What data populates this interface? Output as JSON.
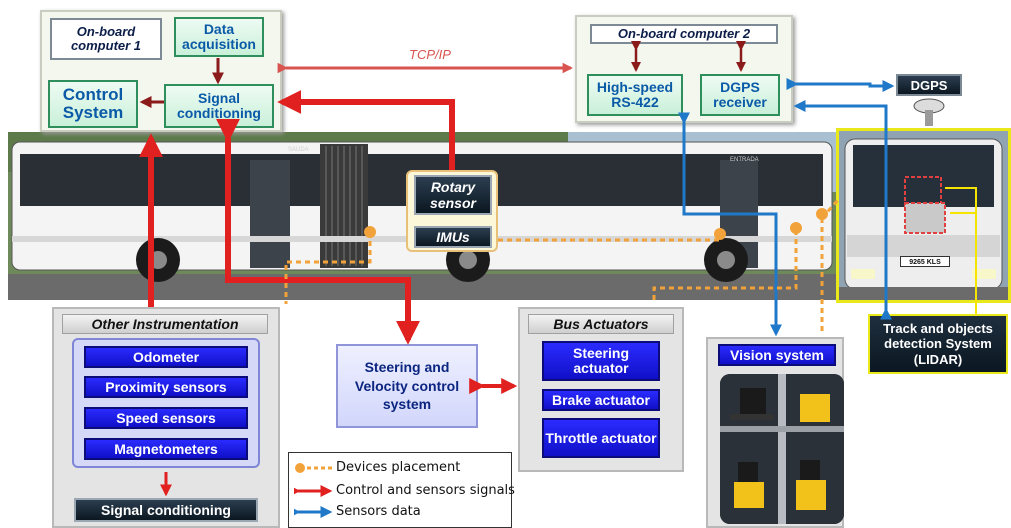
{
  "computer1": {
    "title": "On-board computer 1",
    "data_acquisition": "Data acquisition",
    "control_system": "Control System",
    "signal_conditioning": "Signal conditioning"
  },
  "link_label": "TCP/IP",
  "computer2": {
    "title": "On-board computer 2",
    "rs422": "High-speed RS-422",
    "dgps_receiver": "DGPS receiver"
  },
  "dgps": "DGPS",
  "sensors_box": {
    "rotary": "Rotary sensor",
    "imus": "IMUs"
  },
  "bus_text": {
    "front_sign": "SAUDA",
    "rear_sign": "ENTRADA",
    "plate": "9265 KLS"
  },
  "lidar": "Track and objects detection System (LIDAR)",
  "other_instrumentation": {
    "title": "Other Instrumentation",
    "items": [
      "Odometer",
      "Proximity sensors",
      "Speed sensors",
      "Magnetometers"
    ],
    "footer": "Signal conditioning"
  },
  "steering_velocity": "Steering and Velocity control system",
  "bus_actuators": {
    "title": "Bus Actuators",
    "items": [
      "Steering actuator",
      "Brake actuator",
      "Throttle actuator"
    ]
  },
  "vision": "Vision system",
  "legend": {
    "items": [
      "Devices placement",
      "Control and sensors signals",
      "Sensors data"
    ]
  },
  "colors": {
    "control_signal": "#e0211f",
    "sensor_data": "#1f78c8",
    "device_placement": "#f2a23a",
    "tcp_link": "#d9534f"
  }
}
